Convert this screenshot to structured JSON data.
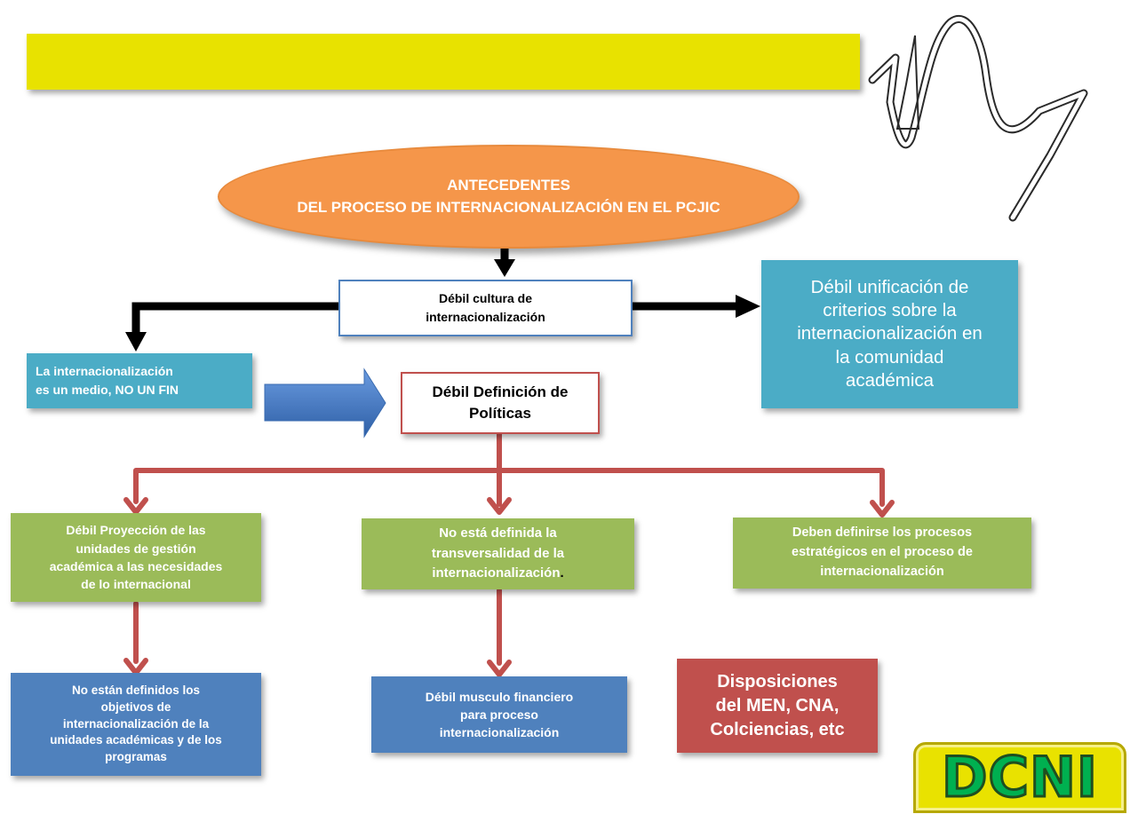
{
  "diagram": {
    "top_oval": {
      "lines": [
        "ANTECEDENTES",
        "DEL PROCESO DE INTERNACIONALIZACIÓN EN EL PCJIC"
      ]
    },
    "node_culture": {
      "lines": [
        "Débil cultura de",
        "internacionalización"
      ]
    },
    "node_unification": {
      "lines": [
        "Débil unificación de",
        "criterios sobre la",
        "internacionalización  en",
        "la comunidad",
        "académica"
      ]
    },
    "node_medium": {
      "lines": [
        "La internacionalización",
        "es un medio,  NO UN FIN"
      ]
    },
    "node_policies": {
      "lines": [
        "Débil Definición de",
        "Políticas"
      ]
    },
    "node_projection": {
      "lines": [
        "Débil Proyección de las",
        "unidades de gestión",
        "académica  a las necesidades",
        "de lo internacional"
      ]
    },
    "node_transversality": {
      "lines": [
        "No está definida la",
        "transversalidad de la",
        "internacionalización"
      ],
      "trailing_period": "."
    },
    "node_processes": {
      "lines": [
        "Deben definirse los procesos",
        "estratégicos en el proceso  de",
        "internacionalización"
      ]
    },
    "node_objectives": {
      "lines": [
        "No están definidos los",
        "objetivos de",
        "internacionalización  de la",
        "unidades académicas y de los",
        "programas"
      ]
    },
    "node_financial": {
      "lines": [
        "Débil musculo financiero",
        "para proceso",
        "internacionalización"
      ]
    },
    "node_dispositions": {
      "lines": [
        "Disposiciones",
        "del MEN, CNA,",
        "Colciencias, etc"
      ]
    }
  },
  "logo": {
    "text": "DCNI"
  },
  "colors": {
    "yellow": "#e8e200",
    "orange": "#f5964a",
    "teal": "#4bacc6",
    "green": "#9bbb59",
    "blue": "#4f81bd",
    "red": "#c0504d",
    "logo_green": "#00b050"
  }
}
